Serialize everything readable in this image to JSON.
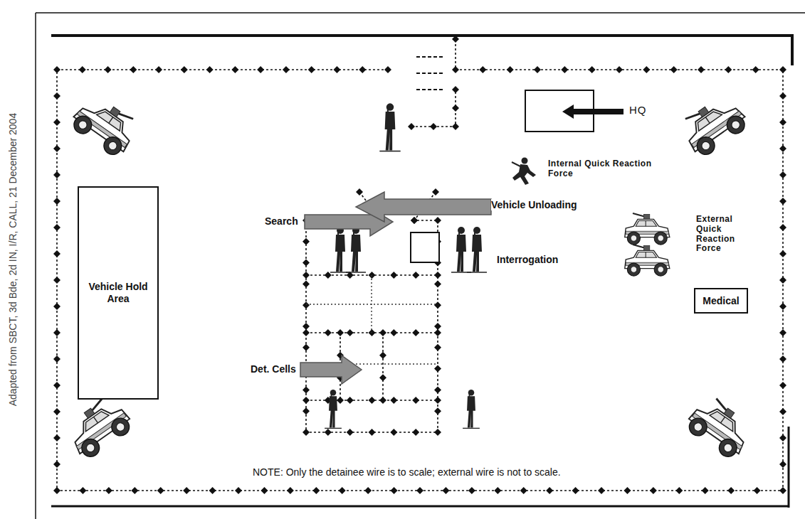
{
  "diagram": {
    "nodes": [
      {
        "text": [
          "Vehicle Hold Area"
        ]
      },
      {
        "text": [
          "Medical"
        ]
      }
    ],
    "labels": [
      "HQ",
      "Internal Quick Reaction Force",
      "Vehicle Unloading",
      "Search",
      "External Quick Reaction Force",
      "Interrogation",
      "Det. Cells",
      "NOTE: Only the detainee wire is to scale; external wire is not to scale.",
      "Adapted from SBCT, 3d Bde, 2d IN, I/R, CALL, 21 December 2004"
    ]
  }
}
